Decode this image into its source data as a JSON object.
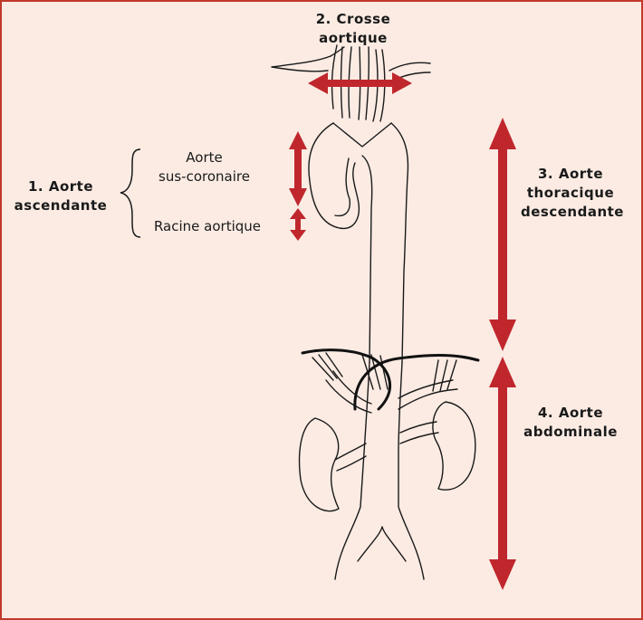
{
  "colors": {
    "background": "#fbebe3",
    "frame": "#c0392b",
    "arrow": "#c0272d",
    "line": "#1a1a1a"
  },
  "labels": {
    "crosse": [
      "2. Crosse",
      "aortique"
    ],
    "ascendante": [
      "1. Aorte",
      "ascendante"
    ],
    "sus_coronaire": [
      "Aorte",
      "sus-coronaire"
    ],
    "racine": "Racine aortique",
    "thoracique": [
      "3. Aorte",
      "thoracique",
      "descendante"
    ],
    "abdominale": [
      "4. Aorte",
      "abdominale"
    ]
  }
}
